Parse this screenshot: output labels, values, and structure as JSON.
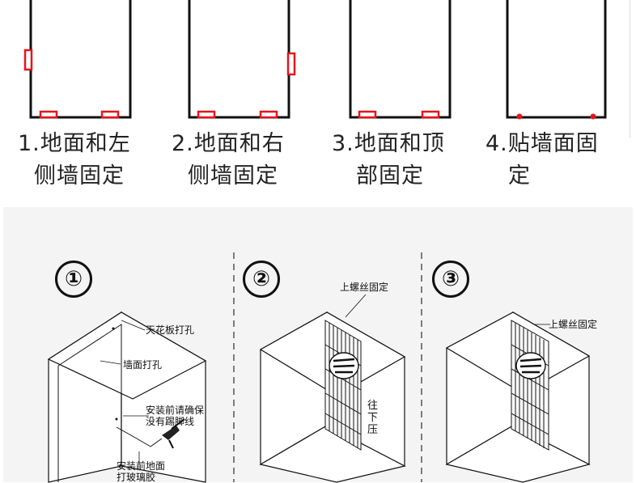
{
  "top_methods": [
    {
      "line1": "1.地面和左",
      "line2": "侧墙固定"
    },
    {
      "line1": "2.地面和右",
      "line2": "侧墙固定"
    },
    {
      "line1": "3.地面和顶",
      "line2": "部固定"
    },
    {
      "line1": "4.贴墙面固",
      "line2": "定"
    }
  ],
  "steps": [
    {
      "number": "①",
      "notes": {
        "ceiling": "天花板打孔",
        "wall": "墙面打孔",
        "baseboard_line1": "安装前请确保",
        "baseboard_line2": "没有踢脚线",
        "floor_line1": "安装前地面",
        "floor_line2": "打玻璃胶"
      }
    },
    {
      "number": "②",
      "notes": {
        "screw": "上螺丝固定",
        "press": "往下压"
      }
    },
    {
      "number": "③",
      "notes": {
        "screw": "上螺丝固定"
      }
    }
  ],
  "colors": {
    "frame_line": "#111111",
    "fixing_point": "#e8141b",
    "panel_background": "#f4f4f4"
  }
}
